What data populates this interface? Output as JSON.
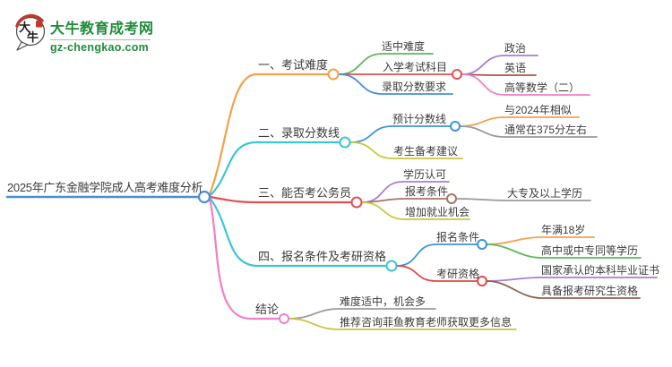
{
  "brand": {
    "title": "大牛教育成考网",
    "url": "gz-chengkao.com",
    "logo_text_top": "大",
    "logo_text_bottom": "牛",
    "green": "#1e8c3a",
    "seal_red": "#c0392b"
  },
  "palette": {
    "node_blue": "#4a8fd4",
    "orange": "#f5a04c",
    "green": "#5cb85c",
    "red": "#e05252",
    "cyan": "#3cc5d6",
    "purple": "#a87fd4",
    "pink": "#f07fc8",
    "olive": "#c6c83e",
    "gray": "#9a9a9a",
    "brown_rose": "#a8736a",
    "dark_brown": "#96604e",
    "text": "#3c3c3c"
  },
  "mindmap": {
    "root": {
      "label": "2025年广东金融学院成人高考难度分析"
    },
    "branches": [
      {
        "label": "一、考试难度",
        "children": [
          {
            "label": "适中难度"
          },
          {
            "label": "入学考试科目",
            "children": [
              {
                "label": "政治"
              },
              {
                "label": "英语"
              },
              {
                "label": "高等数学（二）"
              }
            ]
          },
          {
            "label": "录取分数要求"
          }
        ]
      },
      {
        "label": "二、录取分数线",
        "children": [
          {
            "label": "预计分数线",
            "children": [
              {
                "label": "与2024年相似"
              },
              {
                "label": "通常在375分左右"
              }
            ]
          },
          {
            "label": "考生备考建议"
          }
        ]
      },
      {
        "label": "三、能否考公务员",
        "children": [
          {
            "label": "学历认可"
          },
          {
            "label": "报考条件",
            "children": [
              {
                "label": "大专及以上学历"
              }
            ]
          },
          {
            "label": "增加就业机会"
          }
        ]
      },
      {
        "label": "四、报名条件及考研资格",
        "children": [
          {
            "label": "报名条件",
            "children": [
              {
                "label": "年满18岁"
              },
              {
                "label": "高中或中专同等学历"
              }
            ]
          },
          {
            "label": "考研资格",
            "children": [
              {
                "label": "国家承认的本科毕业证书"
              },
              {
                "label": "具备报考研究生资格"
              }
            ]
          }
        ]
      },
      {
        "label": "结论",
        "children": [
          {
            "label": "难度适中，机会多"
          },
          {
            "label": "推荐咨询菲鱼教育老师获取更多信息"
          }
        ]
      }
    ]
  }
}
